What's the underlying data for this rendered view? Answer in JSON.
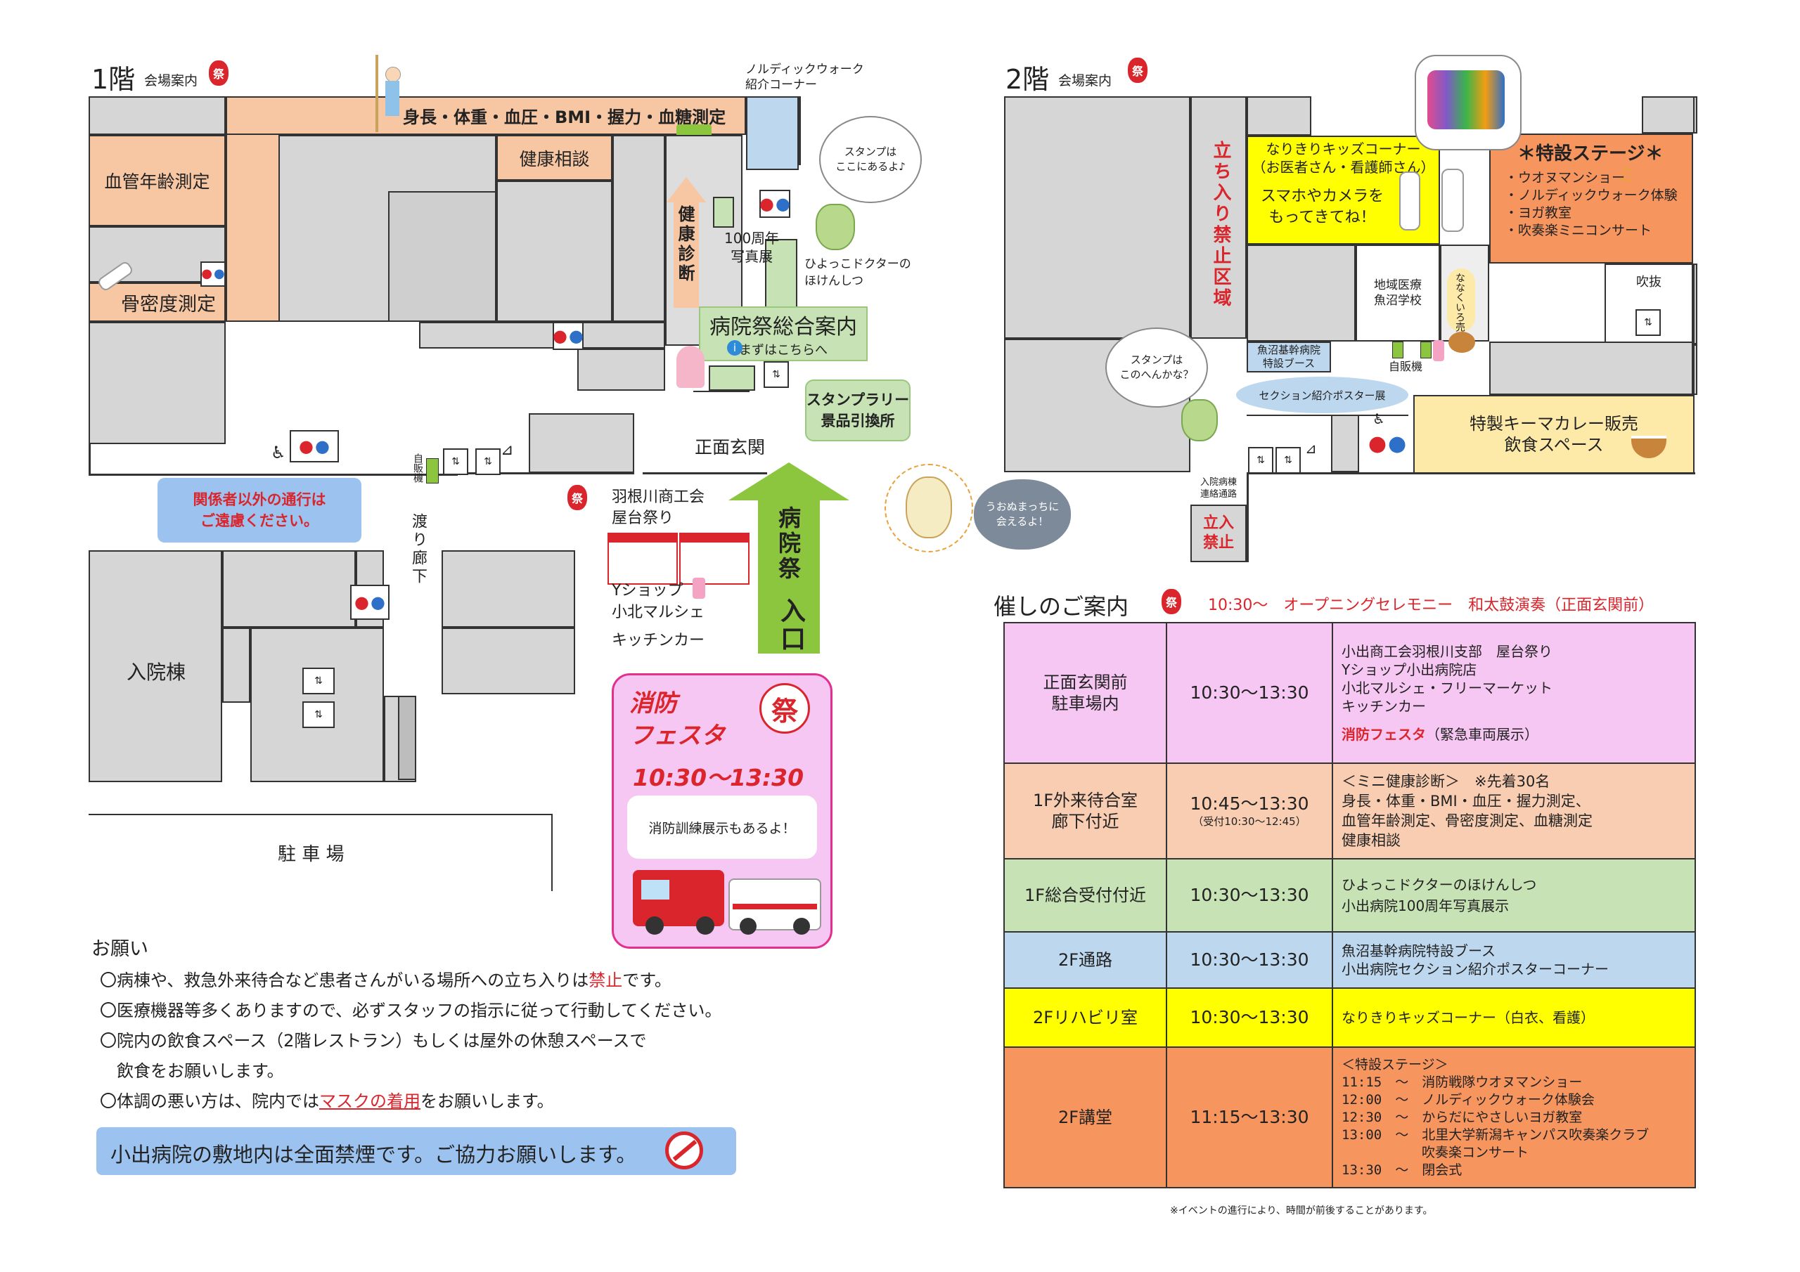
{
  "colors": {
    "salmon": "#f7c6a3",
    "lightgray": "#d6d6d6",
    "green": "#c7e2b4",
    "blue": "#bdd7ee",
    "pink": "#f7c7f4",
    "yellow": "#ffff00",
    "orange": "#f7955f",
    "peach": "#f9cdb1",
    "lightyellow": "#fde9a8",
    "red": "#d9252b",
    "calloutBlue": "#9cc3f0"
  },
  "floor1": {
    "title": "1階",
    "subtitle": "会場案内",
    "matsuri": "祭",
    "nordic": "ノルディックウォーク\n紹介コーナー",
    "body_measure": "身長・体重・血圧・BMI・握力・血糖測定",
    "kenko_soudan": "健康相談",
    "blood_vessel": "血管年齢測定",
    "bone": "骨密度測定",
    "kenko_shindan": "健康診断",
    "photo": "100周年\n写真展",
    "hiyokko": "ひよっこドクターの\nほけんしつ",
    "stamp_here": "スタンプは\nここにあるよ♪",
    "info_title": "病院祭総合案内",
    "info_sub": "まずはこちらへ",
    "stamp_rally": "スタンプラリー\n景品引換所",
    "main_entrance": "正面玄関",
    "vending": "自販機",
    "corridor": "渡り廊下",
    "notice": "関係者以外の通行は\nご遠慮ください。",
    "hanegawa": "羽根川商工会\n屋台祭り",
    "yshop": "Yショップ\n小北マルシェ",
    "kitchen": "キッチンカー",
    "entrance_arrow": "病院祭",
    "entrance_label": "入口",
    "uonuma": "うおぬまっちに\n会えるよ！",
    "inpatient": "入院棟",
    "parking": "駐 車 場",
    "fire_title": "消防\nフェスタ",
    "fire_time": "10:30～13:30",
    "fire_sub": "消防訓練展示もあるよ！"
  },
  "floor2": {
    "title": "2階",
    "subtitle": "会場案内",
    "matsuri": "祭",
    "no_entry_zone": "立ち入り禁止区域",
    "kids_title": "なりきりキッズコーナー\n（お医者さん・看護師さん）",
    "kids_sub": "スマホやカメラを\nもってきてね！",
    "stage_title": "＊特設ステージ＊",
    "stage_items": [
      "・ウオヌマンショー",
      "・ノルディックウォーク体験",
      "・ヨガ教室",
      "・吹奏楽ミニコンサート"
    ],
    "atrium": "吹抜",
    "school": "地域医療\n魚沼学校",
    "nanairo": "ななくいろ売店",
    "uonuma_booth": "魚沼基幹病院\n特設ブース",
    "vending": "自販機",
    "stamp_q": "スタンプは\nこのへんかな？",
    "poster": "セクション紹介ポスター展",
    "curry": "特製キーマカレー販売\n飲食スペース",
    "link_corridor": "入院病棟\n連絡通路",
    "no_entry": "立入\n禁止"
  },
  "events": {
    "title": "催しのご案内",
    "matsuri": "祭",
    "opening": "10:30～　オープニングセレモニー　和太鼓演奏（正面玄関前）",
    "rows": [
      {
        "place": "正面玄関前\n駐車場内",
        "time": "10:30～13:30",
        "time_sub": "",
        "content": "小出商工会羽根川支部　屋台祭り\nYショップ小出病院店\n小北マルシェ・フリーマーケット\nキッチンカー",
        "highlight": "消防フェスタ",
        "highlight_rest": "（緊急車両展示）",
        "color": "#f7c7f4"
      },
      {
        "place": "1F外来待合室\n廊下付近",
        "time": "10:45～13:30",
        "time_sub": "（受付10:30～12:45）",
        "content": "＜ミニ健康診断＞　※先着30名\n身長・体重・BMI・血圧・握力測定、\n血管年齢測定、骨密度測定、血糖測定\n健康相談",
        "color": "#f9cdb1"
      },
      {
        "place": "1F総合受付付近",
        "time": "10:30～13:30",
        "time_sub": "",
        "content": "ひよっこドクターのほけんしつ\n小出病院100周年写真展示",
        "color": "#c7e2b4"
      },
      {
        "place": "2F通路",
        "time": "10:30～13:30",
        "time_sub": "",
        "content": "魚沼基幹病院特設ブース\n小出病院セクション紹介ポスターコーナー",
        "color": "#bdd7ee"
      },
      {
        "place": "2Fリハビリ室",
        "time": "10:30～13:30",
        "time_sub": "",
        "content": "なりきりキッズコーナー（白衣、看護）",
        "color": "#ffff00"
      },
      {
        "place": "2F講堂",
        "time": "11:15～13:30",
        "time_sub": "",
        "content": "＜特設ステージ＞\n11:15　～　消防戦隊ウオヌマンショー\n12:00　～　ノルディックウォーク体験会\n12:30　～　からだにやさしいヨガ教室\n13:00　～　北里大学新潟キャンパス吹奏楽クラブ\n　　　　　　吹奏楽コンサート\n13:30　～　閉会式",
        "color": "#f7955f"
      }
    ],
    "footnote": "※イベントの進行により、時間が前後することがあります。"
  },
  "notes": {
    "title": "お願い",
    "l1a": "〇病棟や、救急外来待合など患者さんがいる場所への立ち入りは",
    "l1b": "禁止",
    "l1c": "です。",
    "l2": "〇医療機器等多くありますので、必ずスタッフの指示に従って行動してください。",
    "l3": "〇院内の飲食スペース（2階レストラン）もしくは屋外の休憩スペースで",
    "l4": "　飲食をお願いします。",
    "l5a": "〇体調の悪い方は、院内では",
    "l5b": "マスクの着用",
    "l5c": "をお願いします。",
    "smoking": "小出病院の敷地内は全面禁煙です。ご協力お願いします。"
  }
}
